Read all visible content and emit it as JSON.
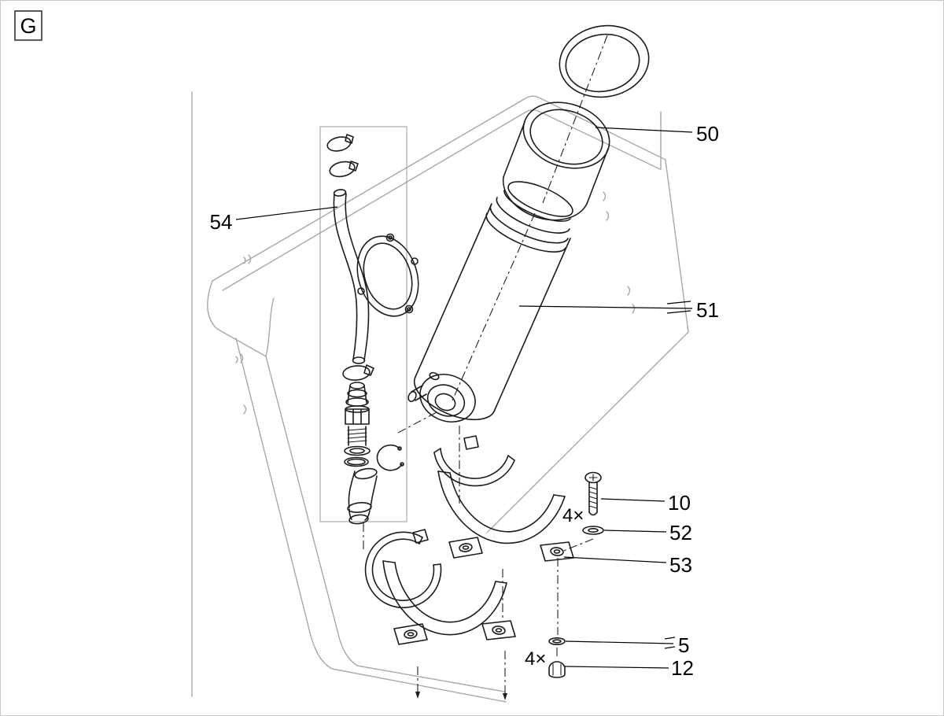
{
  "figure": {
    "view_label": "G"
  },
  "callouts": {
    "part50": {
      "label": "50"
    },
    "part51": {
      "label": "51"
    },
    "part54": {
      "label": "54"
    },
    "part10": {
      "label": "10",
      "multiplier": "4×"
    },
    "part52": {
      "label": "52"
    },
    "part53": {
      "label": "53"
    },
    "part5": {
      "label": "5"
    },
    "part12": {
      "label": "12",
      "multiplier": "4×"
    }
  },
  "colors": {
    "background": "#ffffff",
    "page_border": "#c8c8c8",
    "part_line": "#1c1c1c",
    "housing_line": "#a8a8a8",
    "label_text": "#000000"
  }
}
